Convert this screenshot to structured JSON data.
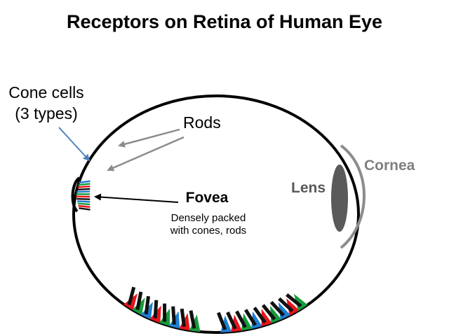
{
  "title": "Receptors on Retina of Human Eye",
  "labels": {
    "cone_cells_line1": "Cone cells",
    "cone_cells_line2": "(3 types)",
    "rods": "Rods",
    "fovea": "Fovea",
    "fovea_desc_line1": "Densely packed",
    "fovea_desc_line2": "with cones,  rods",
    "lens": "Lens",
    "cornea": "Cornea"
  },
  "colors": {
    "cone_red": "#e8141b",
    "cone_green": "#169c3c",
    "cone_blue": "#1f7fd1",
    "rod": "#111111",
    "eyeball": "#000000",
    "lens": "#5a5a5a",
    "cornea": "#8c8c8c",
    "cone_arrow": "#4f81bd",
    "rod_arrow": "#8c8c8c"
  }
}
